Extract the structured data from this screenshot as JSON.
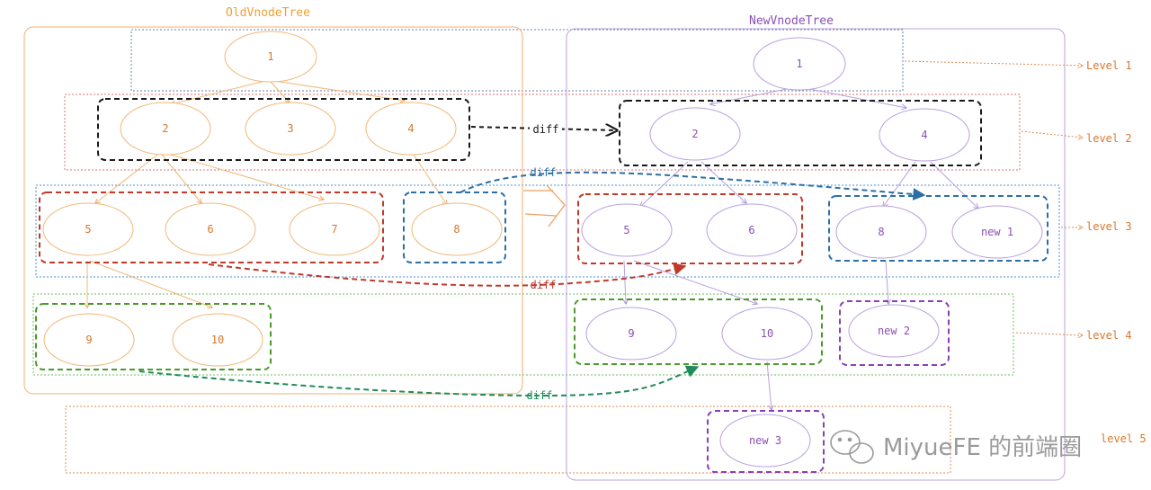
{
  "titles": {
    "old_tree": "OldVnodeTree",
    "new_tree": "NewVnodeTree"
  },
  "levels": [
    "Level 1",
    "level 2",
    "level 3",
    "level 4",
    "level 5"
  ],
  "old_nodes": [
    "1",
    "2",
    "3",
    "4",
    "5",
    "6",
    "7",
    "8",
    "9",
    "10"
  ],
  "new_nodes": [
    "1",
    "2",
    "4",
    "5",
    "6",
    "8",
    "new 1",
    "9",
    "10",
    "new 2",
    "new 3"
  ],
  "diff_labels": [
    "diff",
    "diff",
    "diff",
    "diff"
  ],
  "watermark": "MiyueFE 的前端圈",
  "colors": {
    "old": "#d9772e",
    "new": "#8a4fb5",
    "black_group": "#1a1a1a",
    "red_group": "#c0392b",
    "blue_group": "#2a6fa8",
    "green_group": "#4a9a2a",
    "purple_group": "#8a3fb5"
  }
}
